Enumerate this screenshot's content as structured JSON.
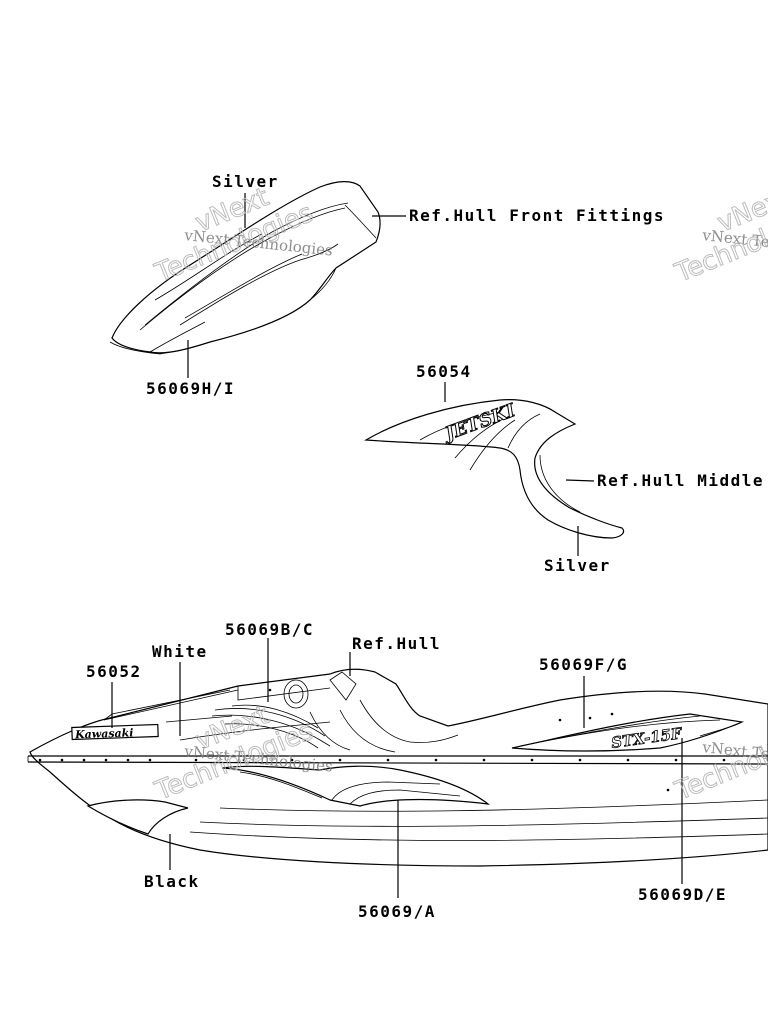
{
  "labels": {
    "silver_top": "Silver",
    "ref_hull_front_fittings": "Ref.Hull Front Fittings",
    "part_56069HI": "56069H/I",
    "part_56054": "56054",
    "ref_hull_middle": "Ref.Hull Middle",
    "silver_mid": "Silver",
    "part_56069BC": "56069B/C",
    "ref_hull": "Ref.Hull",
    "white": "White",
    "part_56052": "56052",
    "part_56069FG": "56069F/G",
    "black": "Black",
    "part_56069A": "56069/A",
    "part_56069DE": "56069D/E"
  },
  "decals": {
    "jetski": "JETSKI",
    "kawasaki": "Kawasaki",
    "side": "STX-15F"
  },
  "watermarks": {
    "brand": "vNext Technologies",
    "word1": "vNext",
    "word2": "Technologies"
  }
}
